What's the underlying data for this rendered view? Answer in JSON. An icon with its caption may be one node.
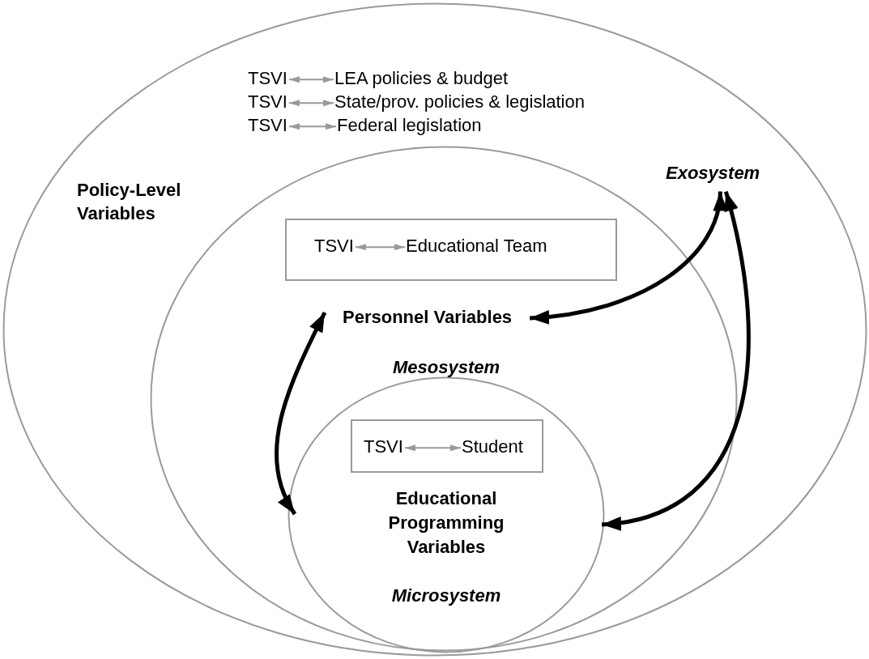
{
  "diagram": {
    "nodes": [
      {
        "text": [
          "Policy-Level Variables"
        ]
      },
      {
        "text": [
          "TSVI"
        ],
        "in": 0
      },
      {
        "text": [
          "LEA policies & budget"
        ],
        "in": 0
      },
      {
        "text": [
          "TSVI"
        ],
        "in": 0
      },
      {
        "text": [
          "State/prov. policies & legislation"
        ],
        "in": 0
      },
      {
        "text": [
          "TSVI"
        ],
        "in": 0
      },
      {
        "text": [
          "Federal legislation"
        ],
        "in": 0
      },
      {
        "text": [
          "Mesosystem"
        ],
        "in": 0
      },
      {
        "text": [],
        "shape": "box",
        "in": 7
      },
      {
        "text": [
          "TSVI"
        ],
        "in": 8
      },
      {
        "text": [
          "Educational Team"
        ],
        "in": 8
      },
      {
        "text": [
          "Educational Programming Variables",
          "Microsystem"
        ],
        "in": 7
      },
      {
        "text": [],
        "shape": "box",
        "in": 11
      },
      {
        "text": [
          "TSVI"
        ],
        "in": 12
      },
      {
        "text": [
          "Student"
        ],
        "in": 12
      },
      {
        "text": [
          "Exosystem"
        ],
        "in": 0
      },
      {
        "text": [
          "Personnel Variables"
        ],
        "in": 7
      }
    ],
    "edges": [
      {
        "from": 1,
        "to": 2,
        "arrow": "both"
      },
      {
        "from": 3,
        "to": 4,
        "arrow": "both"
      },
      {
        "from": 5,
        "to": 6,
        "arrow": "both"
      },
      {
        "from": 9,
        "to": 10,
        "arrow": "both"
      },
      {
        "from": 13,
        "to": 14,
        "arrow": "both"
      },
      {
        "from": 16,
        "to": 15,
        "arrow": "both",
        "style": "thick",
        "color": "#000000"
      },
      {
        "from": 11,
        "to": 15,
        "arrow": "both",
        "style": "thick",
        "color": "#000000"
      },
      {
        "from": 16,
        "to": 11,
        "arrow": "both",
        "style": "thick",
        "color": "#000000"
      }
    ]
  }
}
